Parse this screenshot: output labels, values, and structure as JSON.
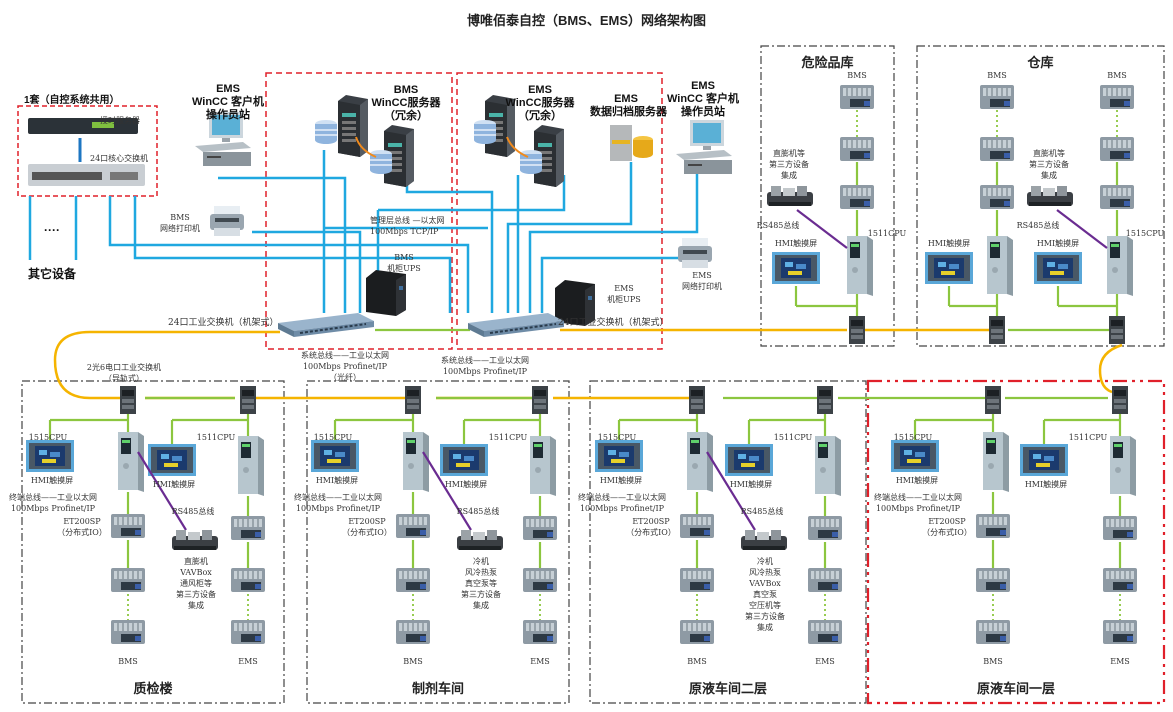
{
  "title": "博唯佰泰自控（BMS、EMS）网络架构图",
  "core_group": {
    "label": "1套（自控系统共用）",
    "time_server": "授时服务器",
    "core_switch": "24口核心交换机",
    "other_devices": "其它设备",
    "ellipsis": "····"
  },
  "ems_client_left": {
    "line1": "EMS",
    "line2": "WinCC 客户机",
    "line3": "操作员站"
  },
  "bms_server": {
    "line1": "BMS",
    "line2": "WinCC服务器",
    "line3": "（冗余）"
  },
  "ems_server": {
    "line1": "EMS",
    "line2": "WinCC服务器",
    "line3": "（冗余）"
  },
  "ems_archive": {
    "line1": "EMS",
    "line2": "数据归档服务器"
  },
  "ems_client_right": {
    "line1": "EMS",
    "line2": "WinCC 客户机",
    "line3": "操作员站"
  },
  "bms_printer": {
    "line1": "BMS",
    "line2": "网络打印机"
  },
  "ems_printer": {
    "line1": "EMS",
    "line2": "网络打印机"
  },
  "mgmt_bus": {
    "line1": "管理层总线 —以太网",
    "line2": "100Mbps        TCP/IP"
  },
  "bms_ups": {
    "line1": "BMS",
    "line2": "机柜UPS"
  },
  "ems_ups": {
    "line1": "EMS",
    "line2": "机柜UPS"
  },
  "rack_switch_left": "24口工业交换机（机架式）",
  "rack_switch_right": "24口工业交换机（机架式）",
  "system_bus_left": {
    "line1": "系统总线——工业以太网",
    "line2": "100Mbps Profinet/IP",
    "line3": "（光纤）"
  },
  "system_bus_right": {
    "line1": "系统总线——工业以太网",
    "line2": "100Mbps Profinet/IP"
  },
  "rail_switch": {
    "line1": "2光6电口工业交换机",
    "line2": "（导轨式）"
  },
  "common": {
    "hmi": "HMI触摸屏",
    "cpu1515": "1515CPU",
    "cpu1511": "1511CPU",
    "rs485": "RS485总线",
    "terminal_bus_1": "终端总线——工业以太网",
    "terminal_bus_2": "100Mbps Profinet/IP",
    "et200_1": "ET200SP",
    "et200_2": "（分布式IO）",
    "bms": "BMS",
    "ems": "EMS"
  },
  "zones": {
    "hazard": {
      "name": "危险品库",
      "cpu": "1511CPU",
      "third_party": [
        "直膨机等",
        "第三方设备",
        "集成"
      ]
    },
    "warehouse": {
      "name": "仓库",
      "cpu": "1515CPU",
      "third_party": [
        "直膨机等",
        "第三方设备",
        "集成"
      ]
    },
    "qc": {
      "name": "质检楼",
      "third_party": [
        "直膨机",
        "VAVBox",
        "通风柜等",
        "第三方设备",
        "集成"
      ]
    },
    "prep": {
      "name": "制剂车间",
      "third_party": [
        "冷机",
        "风冷热泵",
        "真空泵等",
        "第三方设备",
        "集成"
      ]
    },
    "liquid2": {
      "name": "原液车间二层",
      "third_party": [
        "冷机",
        "风冷热泵",
        "VAVBox",
        "真空泵",
        "空压机等",
        "第三方设备",
        "集成"
      ]
    },
    "liquid1": {
      "name": "原液车间一层"
    }
  },
  "colors": {
    "mgmt_line": "#1fa8e0",
    "profinet_line": "#8cc63f",
    "fiber_line": "#f5b400",
    "rs485_line": "#6a2c91",
    "red_dash": "#e0202a",
    "zone_border": "#444444"
  }
}
